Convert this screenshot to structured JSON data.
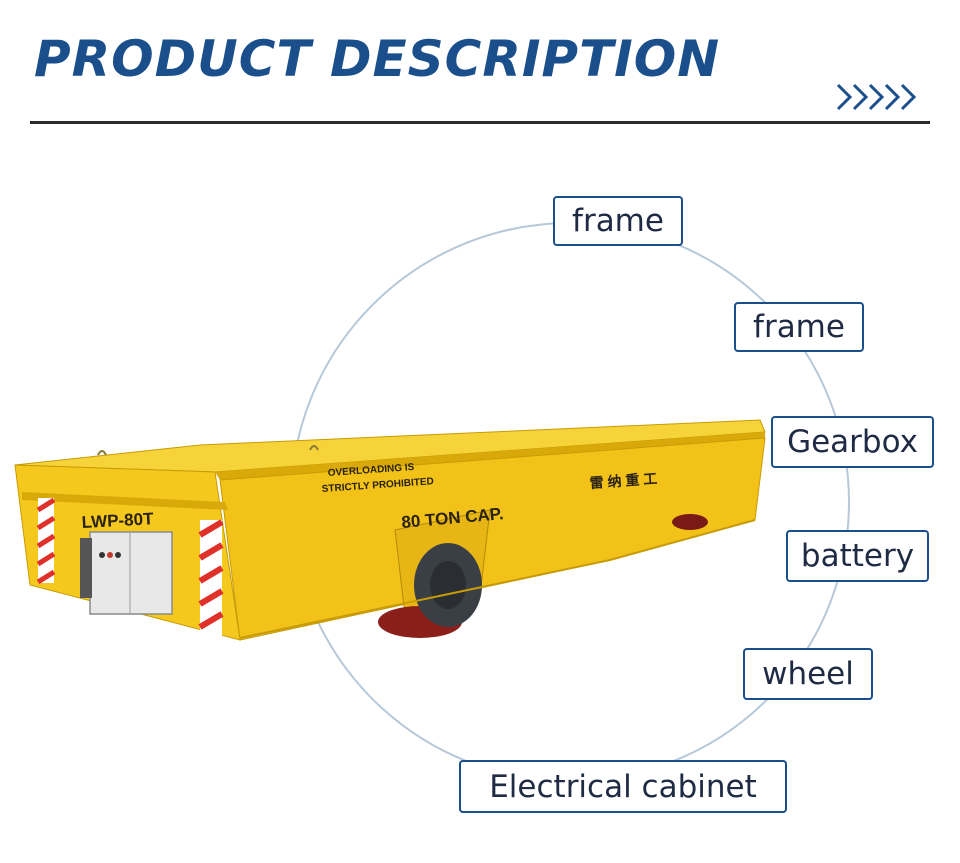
{
  "header": {
    "title": "PRODUCT DESCRIPTION",
    "chevrons": ">>>>>",
    "accent": "#1a4f8b"
  },
  "product": {
    "model_label": "LWP-80T",
    "capacity_label": "80 TON CAP.",
    "warning_line1": "OVERLOADING IS",
    "warning_line2": "STRICTLY PROHIBITED",
    "brand_chinese": "雷 纳 重 工",
    "body_color": "#f2c218"
  },
  "labels": [
    {
      "text": "frame"
    },
    {
      "text": "frame"
    },
    {
      "text": "Gearbox"
    },
    {
      "text": "battery"
    },
    {
      "text": "wheel"
    },
    {
      "text": "Electrical cabinet"
    }
  ]
}
